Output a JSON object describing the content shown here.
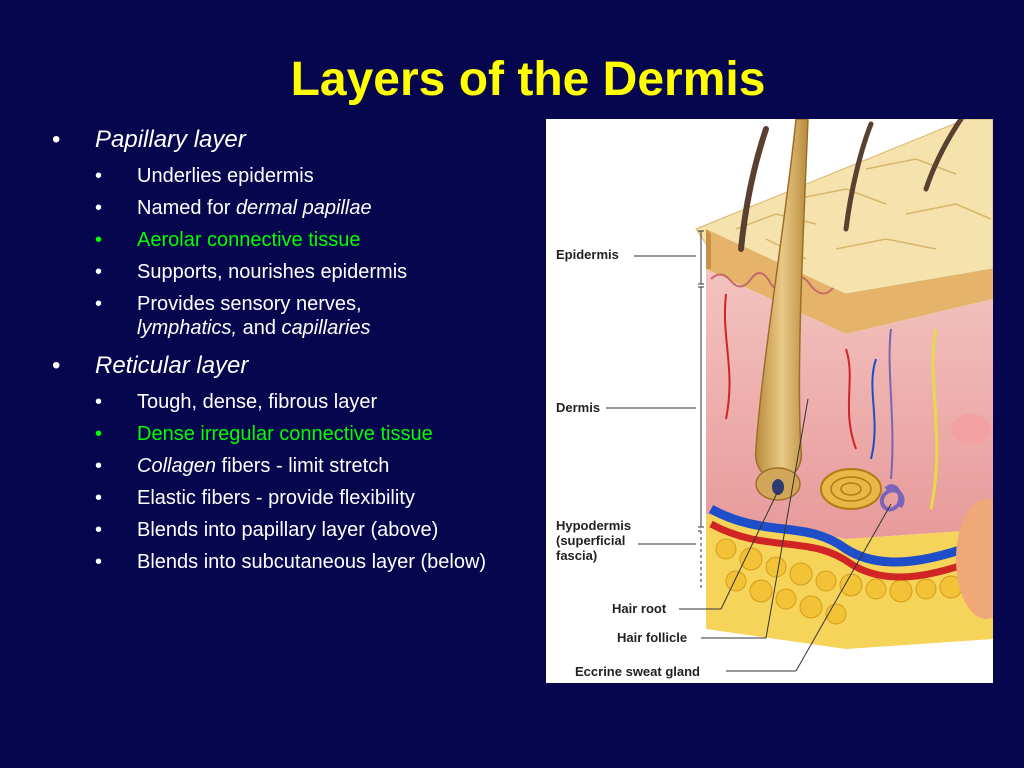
{
  "slide": {
    "title": "Layers of the Dermis",
    "bullet_char": "•"
  },
  "papillary": {
    "heading": "Papillary layer",
    "items": {
      "underlies": "Underlies epidermis",
      "named_prefix": "Named for ",
      "named_em": "dermal papillae",
      "aerolar": "Aerolar connective tissue",
      "supports": "Supports, nourishes epidermis",
      "provides_line1": "Provides sensory nerves,",
      "provides_em1": "lymphatics,",
      "provides_and": " and ",
      "provides_em2": "capillaries"
    }
  },
  "reticular": {
    "heading": "Reticular layer",
    "items": {
      "tough": "Tough, dense, fibrous layer",
      "dense": "Dense irregular connective tissue",
      "collagen_em": "Collagen",
      "collagen_rest": " fibers - limit stretch",
      "elastic": "Elastic fibers - provide flexibility",
      "blends_above": "Blends into papillary layer (above)",
      "blends_below": "Blends into subcutaneous layer (below)"
    }
  },
  "figure": {
    "labels": {
      "epidermis": "Epidermis",
      "dermis": "Dermis",
      "hypodermis": "Hypodermis\n(superficial\nfascia)",
      "hair_root": "Hair root",
      "hair_follicle": "Hair follicle",
      "eccrine": "Eccrine sweat gland"
    }
  },
  "colors": {
    "background": "#06064f",
    "title": "#ffff00",
    "text": "#ffffff",
    "highlight": "#00ff00"
  }
}
